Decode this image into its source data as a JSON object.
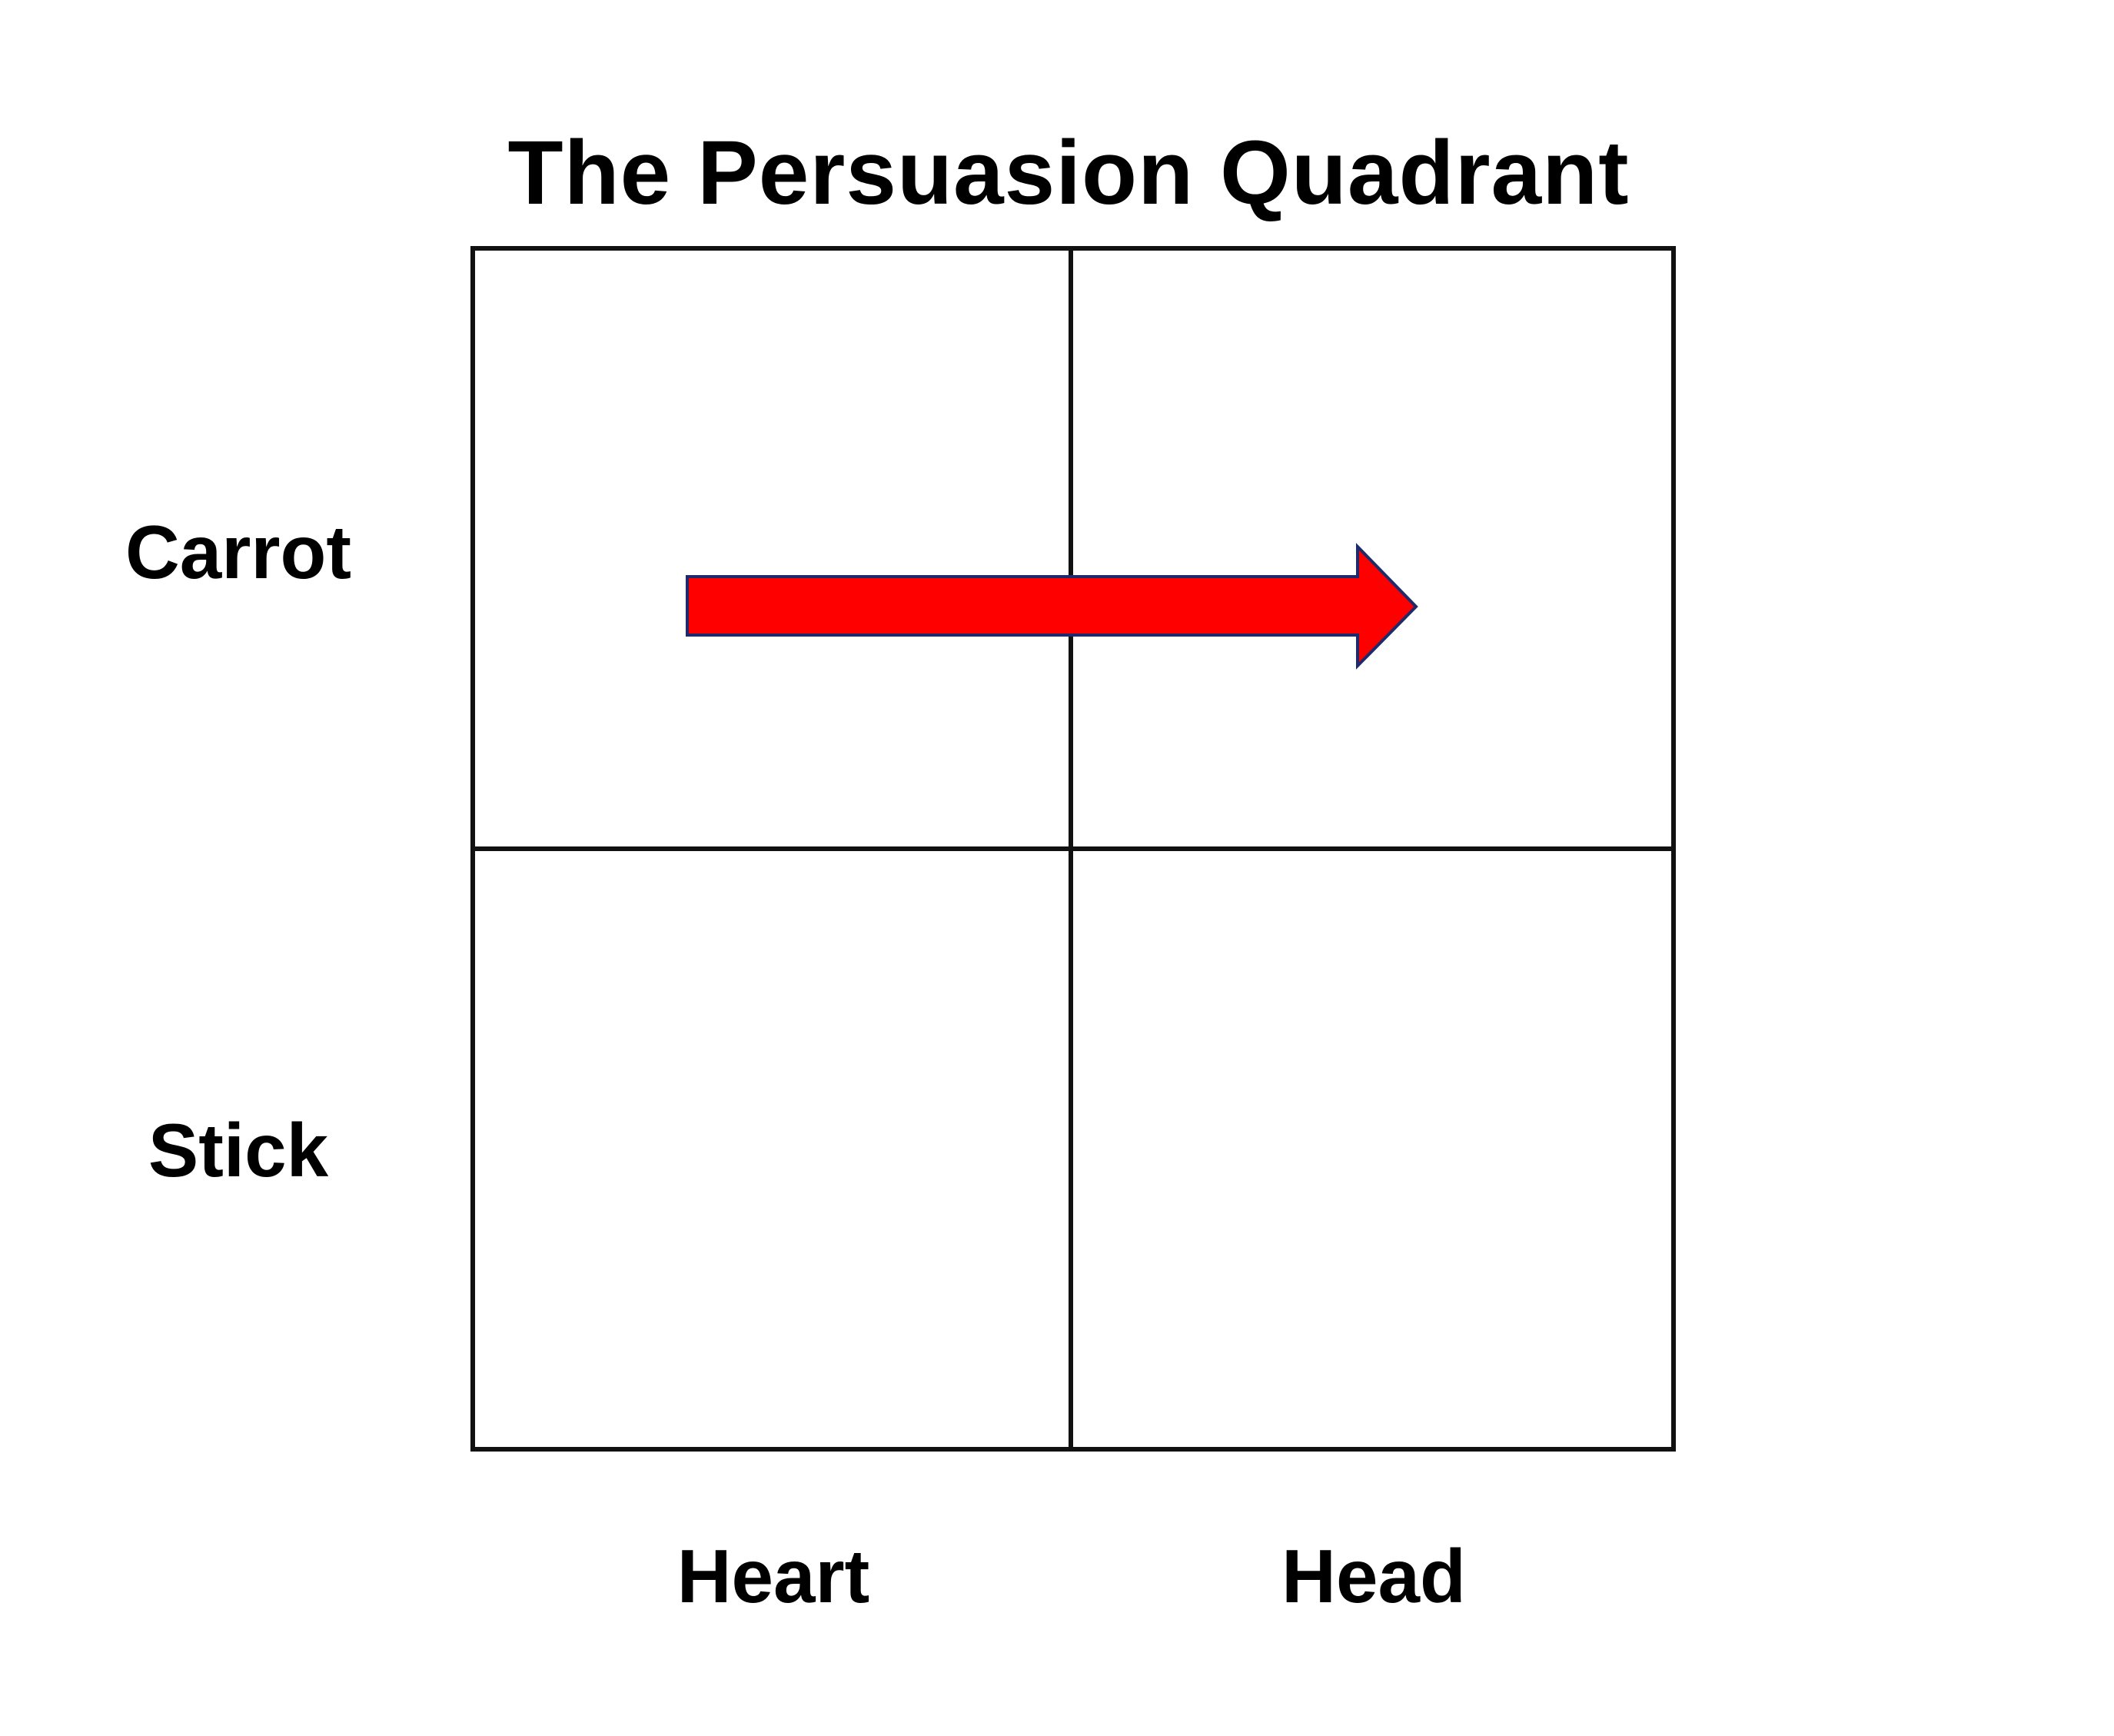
{
  "title": "The Persuasion Quadrant",
  "rows": {
    "top": "Carrot",
    "bottom": "Stick"
  },
  "columns": {
    "left": "Heart",
    "right": "Head"
  },
  "arrow": {
    "direction": "right",
    "from_quadrant": "Carrot-Heart",
    "to_quadrant": "Carrot-Head",
    "fill_color": "#ff0000",
    "stroke_color": "#1f2a6b"
  },
  "grid_line_color": "#111111",
  "background_color": "#ffffff"
}
